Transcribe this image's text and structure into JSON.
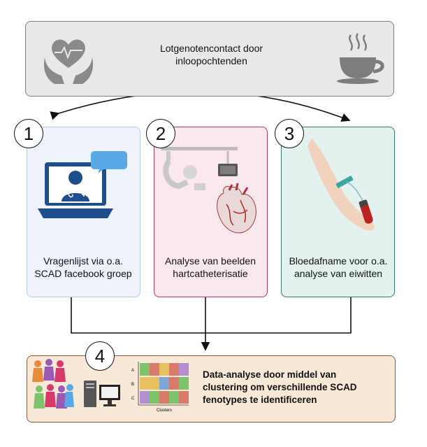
{
  "top": {
    "text": "Lotgenotencontact door inloopochtenden"
  },
  "steps": [
    {
      "number": "1",
      "text": "Vragenlijst via o.a. SCAD facebook groep"
    },
    {
      "number": "2",
      "text": "Analyse van beelden hartcatheterisatie"
    },
    {
      "number": "3",
      "text": "Bloedafname voor o.a. analyse van eiwitten"
    },
    {
      "number": "4",
      "text": "Data-analyse door middel van clustering om verschillende SCAD fenotypes te identificeren"
    }
  ],
  "mini_chart": {
    "row_labels": [
      "A",
      "B",
      "C"
    ],
    "xlabel": "Clusters"
  }
}
